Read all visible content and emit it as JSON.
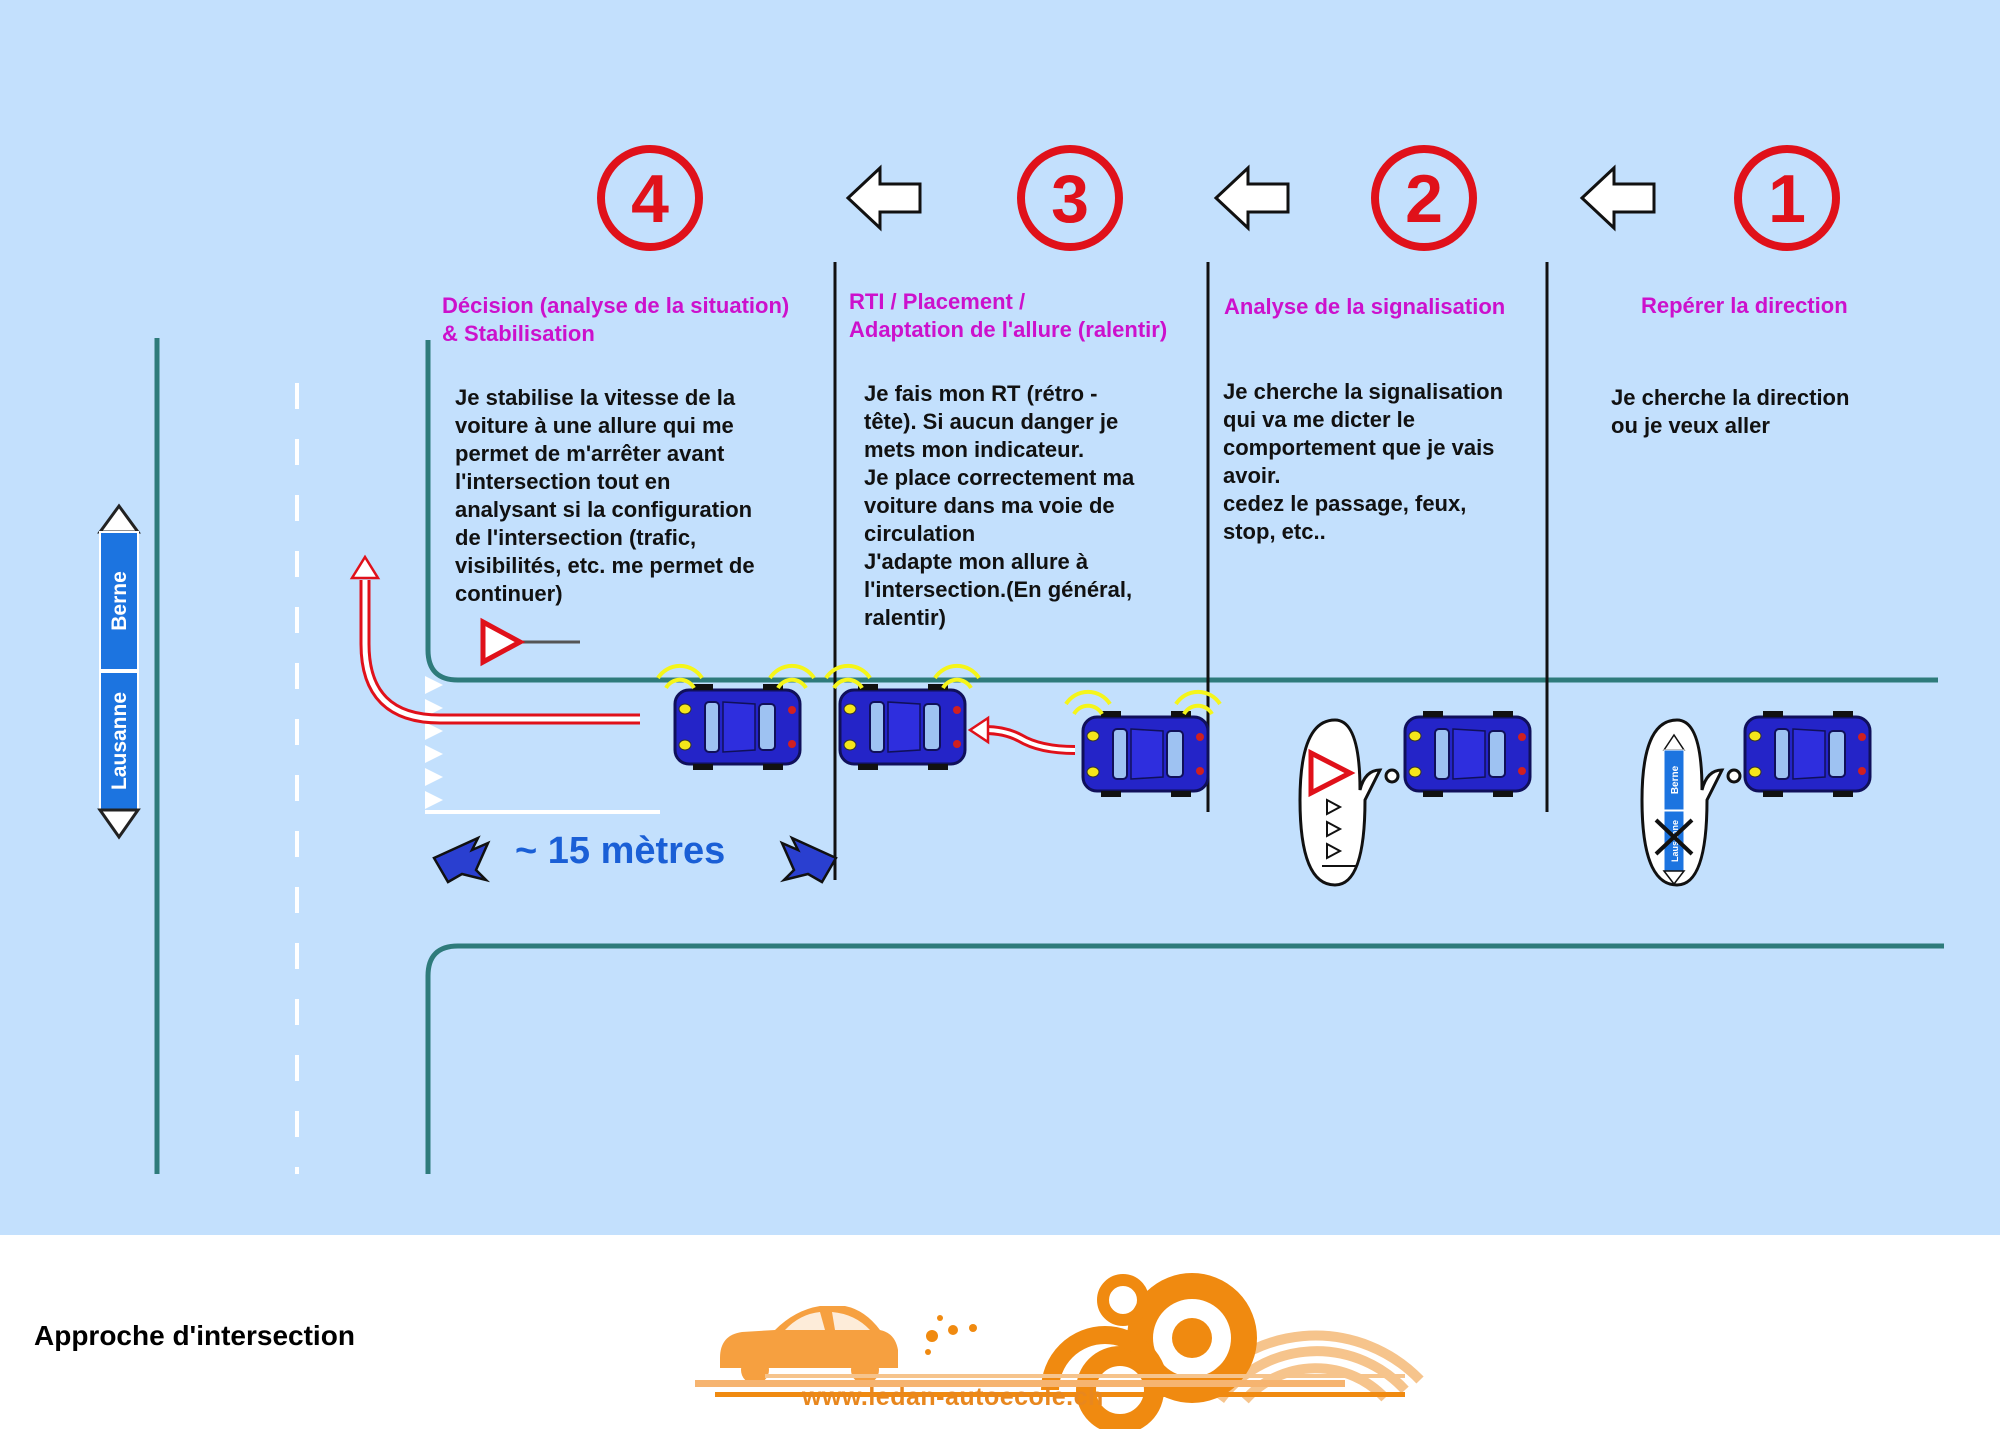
{
  "colors": {
    "background": "#c3e0fd",
    "road_edge": "#2e7b7b",
    "step_title": "#cc11cc",
    "circle": "#e0111a",
    "car_body": "#2424c8",
    "sign_blue": "#1c74e0",
    "distance_text": "#1a5fd6",
    "logo": "#f08a10"
  },
  "steps": [
    {
      "number": "4",
      "title_lines": [
        "Décision (analyse de la situation)",
        "& Stabilisation"
      ],
      "description_lines": [
        "Je stabilise la vitesse de la",
        "voiture à une allure qui me",
        "permet de m'arrêter avant",
        "l'intersection tout en",
        "analysant si la configuration",
        "de l'intersection (trafic,",
        "visibilités, etc. me permet de",
        "continuer)"
      ]
    },
    {
      "number": "3",
      "title_lines": [
        "RTI / Placement /",
        "Adaptation de l'allure (ralentir)"
      ],
      "description_lines": [
        "Je fais mon RT (rétro -",
        "tête). Si aucun danger je",
        "mets mon indicateur.",
        "Je place correctement ma",
        "voiture dans ma voie de",
        "circulation",
        "J'adapte mon allure à",
        "l'intersection.(En général,",
        "ralentir)"
      ]
    },
    {
      "number": "2",
      "title_lines": [
        "Analyse de la signalisation"
      ],
      "description_lines": [
        "Je cherche la signalisation",
        "qui va me dicter le",
        "comportement que je vais",
        "avoir.",
        "cedez le passage, feux,",
        "stop, etc.."
      ]
    },
    {
      "number": "1",
      "title_lines": [
        "Repérer la direction"
      ],
      "description_lines": [
        "Je cherche la direction",
        "ou je veux aller"
      ]
    }
  ],
  "direction_sign": {
    "top": "Berne",
    "bottom": "Lausanne"
  },
  "icons": [
    "arrow-left-icon",
    "car-icon",
    "yield-sign-icon",
    "direction-sign-icon",
    "thought-bubble-icon",
    "u-turn-arrow-icon"
  ],
  "distance_label": "~ 15 mètres",
  "footer": {
    "title": "Approche d'intersection",
    "url": "www.ledan-autoecole.ch"
  }
}
